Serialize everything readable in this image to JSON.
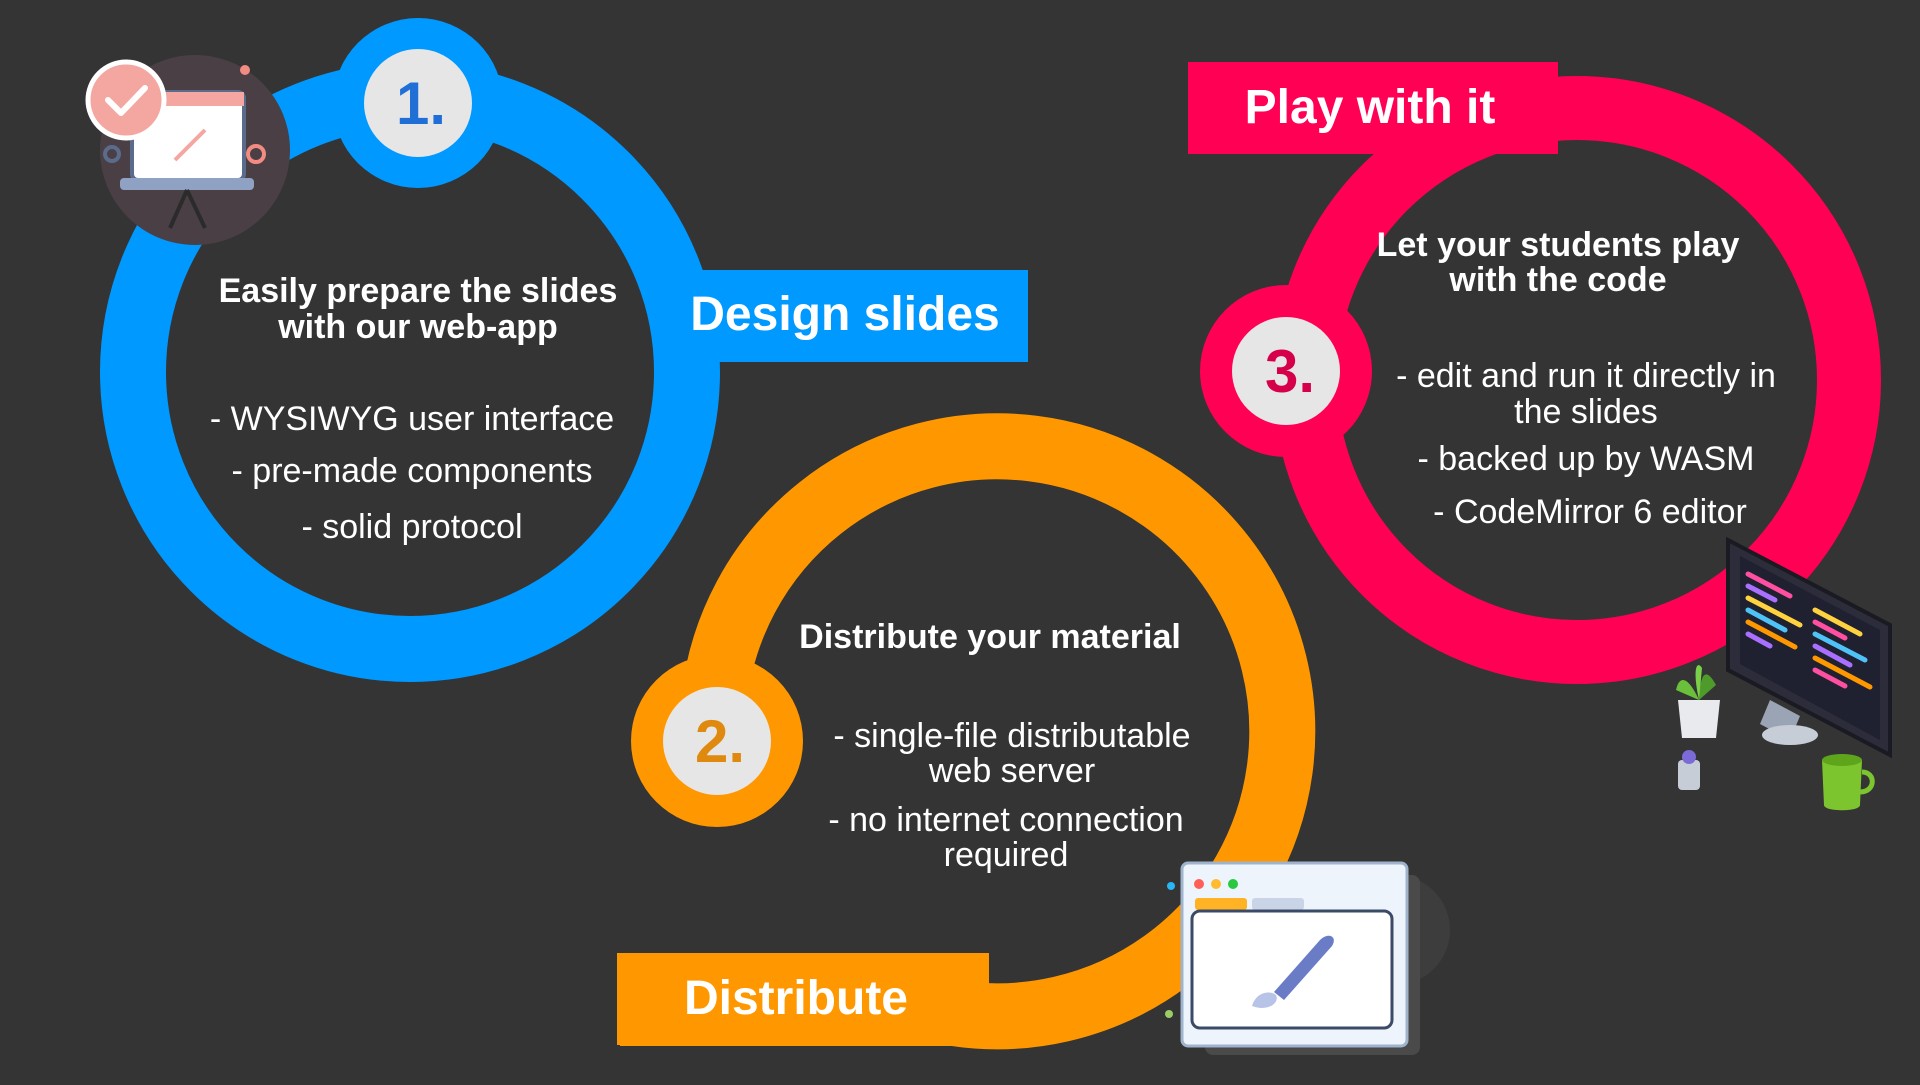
{
  "colors": {
    "background": "#343434",
    "blue": "#0099ff",
    "orange": "#ff9800",
    "pink": "#ff0055",
    "badge": "#e6e6e6"
  },
  "steps": [
    {
      "number": "1.",
      "banner": "Design slides",
      "heading_lines": [
        "Easily prepare the slides",
        "with our web-app"
      ],
      "bullets": [
        "- WYSIWYG user interface",
        "- pre-made components",
        "- solid protocol"
      ]
    },
    {
      "number": "2.",
      "banner": "Distribute",
      "heading_lines": [
        "Distribute your material"
      ],
      "bullets": [
        "- single-file distributable",
        "web server",
        "- no internet connection",
        "required"
      ]
    },
    {
      "number": "3.",
      "banner": "Play with it",
      "heading_lines": [
        "Let your students play",
        "with the code"
      ],
      "bullets": [
        "- edit and run it directly in",
        "the slides",
        "- backed up by WASM",
        "- CodeMirror 6 editor"
      ]
    }
  ],
  "icons": {
    "step1": "presentation-board-icon",
    "step2": "browser-paintbrush-icon",
    "step3": "developer-monitor-icon"
  }
}
